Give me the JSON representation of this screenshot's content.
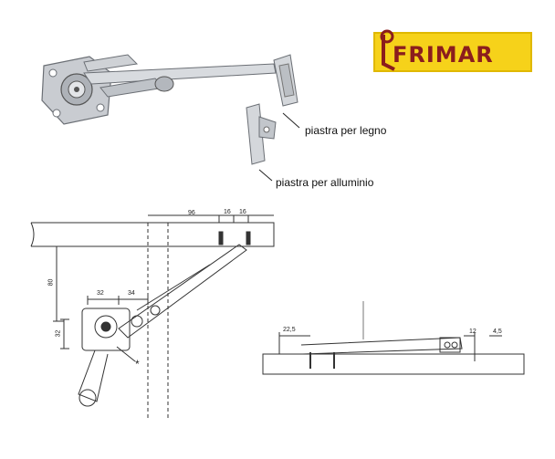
{
  "brand": {
    "logo_text": "FRIMAR"
  },
  "product": {
    "label_wood": "piastra per legno",
    "label_aluminium": "piastra per alluminio"
  },
  "drawing_left": {
    "dims": {
      "d96": "96",
      "d16a": "16",
      "d16b": "16",
      "d80": "80",
      "d32h": "32",
      "d34": "34",
      "d32v": "32",
      "mark": "*"
    }
  },
  "drawing_right": {
    "dims": {
      "d22_5": "22,5",
      "d12": "12",
      "d4_5": "4,5"
    }
  },
  "colors": {
    "logo_yellow": "#f6d21a",
    "logo_red": "#8b1d1d",
    "metal": "#c9ccd1",
    "line": "#333333"
  }
}
